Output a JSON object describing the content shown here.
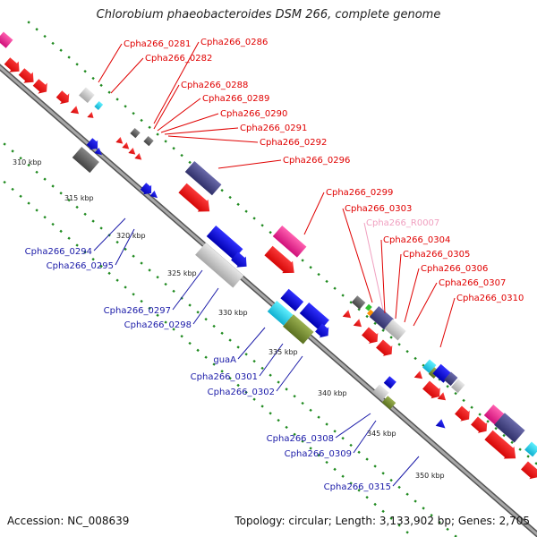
{
  "title": "Chlorobium phaeobacteroides DSM 266, complete genome",
  "accession": "Accession: NC_008639",
  "topology": "Topology: circular; Length: 3,133,902 bp; Genes: 2,705",
  "colors": {
    "backbone": "#8c8c8c",
    "tick": "#1f8a1f",
    "upper_label": "#e00000",
    "lower_label": "#1a1aa8",
    "rna_label": "#f0a0c0"
  },
  "scale_labels": [
    "310 kbp",
    "315 kbp",
    "320 kbp",
    "325 kbp",
    "330 kbp",
    "335 kbp",
    "340 kbp",
    "345 kbp",
    "350 kbp"
  ],
  "upper_labels": [
    "Cpha266_0281",
    "Cpha266_0286",
    "Cpha266_0282",
    "Cpha266_0288",
    "Cpha266_0289",
    "Cpha266_0290",
    "Cpha266_0291",
    "Cpha266_0292",
    "Cpha266_0296",
    "Cpha266_0299",
    "Cpha266_0303",
    "Cpha266_R0007",
    "Cpha266_0304",
    "Cpha266_0305",
    "Cpha266_0306",
    "Cpha266_0307",
    "Cpha266_0310"
  ],
  "lower_labels": [
    "Cpha266_0294",
    "Cpha266_0295",
    "Cpha266_0297",
    "Cpha266_0298",
    "guaA",
    "Cpha266_0301",
    "Cpha266_0302",
    "Cpha266_0308",
    "Cpha266_0309",
    "Cpha266_0315"
  ]
}
